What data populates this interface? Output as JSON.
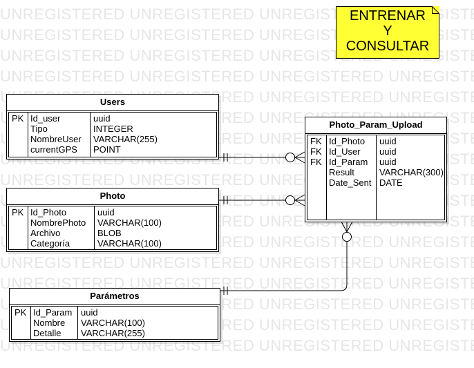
{
  "watermark_text": "UNREGISTERED",
  "note": {
    "lines": [
      "ENTRENAR",
      "Y",
      "CONSULTAR"
    ],
    "color": "#ffff33"
  },
  "users": {
    "title": "Users",
    "keys": [
      "PK",
      "",
      "",
      ""
    ],
    "names": [
      "Id_user",
      "Tipo",
      "NombreUser",
      "currentGPS"
    ],
    "types": [
      "uuid",
      "INTEGER",
      "VARCHAR(255)",
      "POINT"
    ]
  },
  "photo": {
    "title": "Photo",
    "keys": [
      "PK",
      "",
      "",
      ""
    ],
    "names": [
      "Id_Photo",
      "NombrePhoto",
      "Archivo",
      "Categoría"
    ],
    "types": [
      "uuid",
      "VARCHAR(100)",
      "BLOB",
      "VARCHAR(100)"
    ]
  },
  "parametros": {
    "title": "Parámetros",
    "keys": [
      "PK",
      "",
      ""
    ],
    "names": [
      "Id_Param",
      "Nombre",
      "Detalle"
    ],
    "types": [
      "uuid",
      "VARCHAR(100)",
      "VARCHAR(255)"
    ]
  },
  "ppu": {
    "title": "Photo_Param_Upload",
    "keys": [
      "FK",
      "FK",
      "FK",
      "",
      ""
    ],
    "names": [
      "Id_Photo",
      "Id_User",
      "Id_Param",
      "Result",
      "Date_Sent"
    ],
    "types": [
      "uuid",
      "uuid",
      "uuid",
      "VARCHAR(300)",
      "DATE"
    ]
  }
}
